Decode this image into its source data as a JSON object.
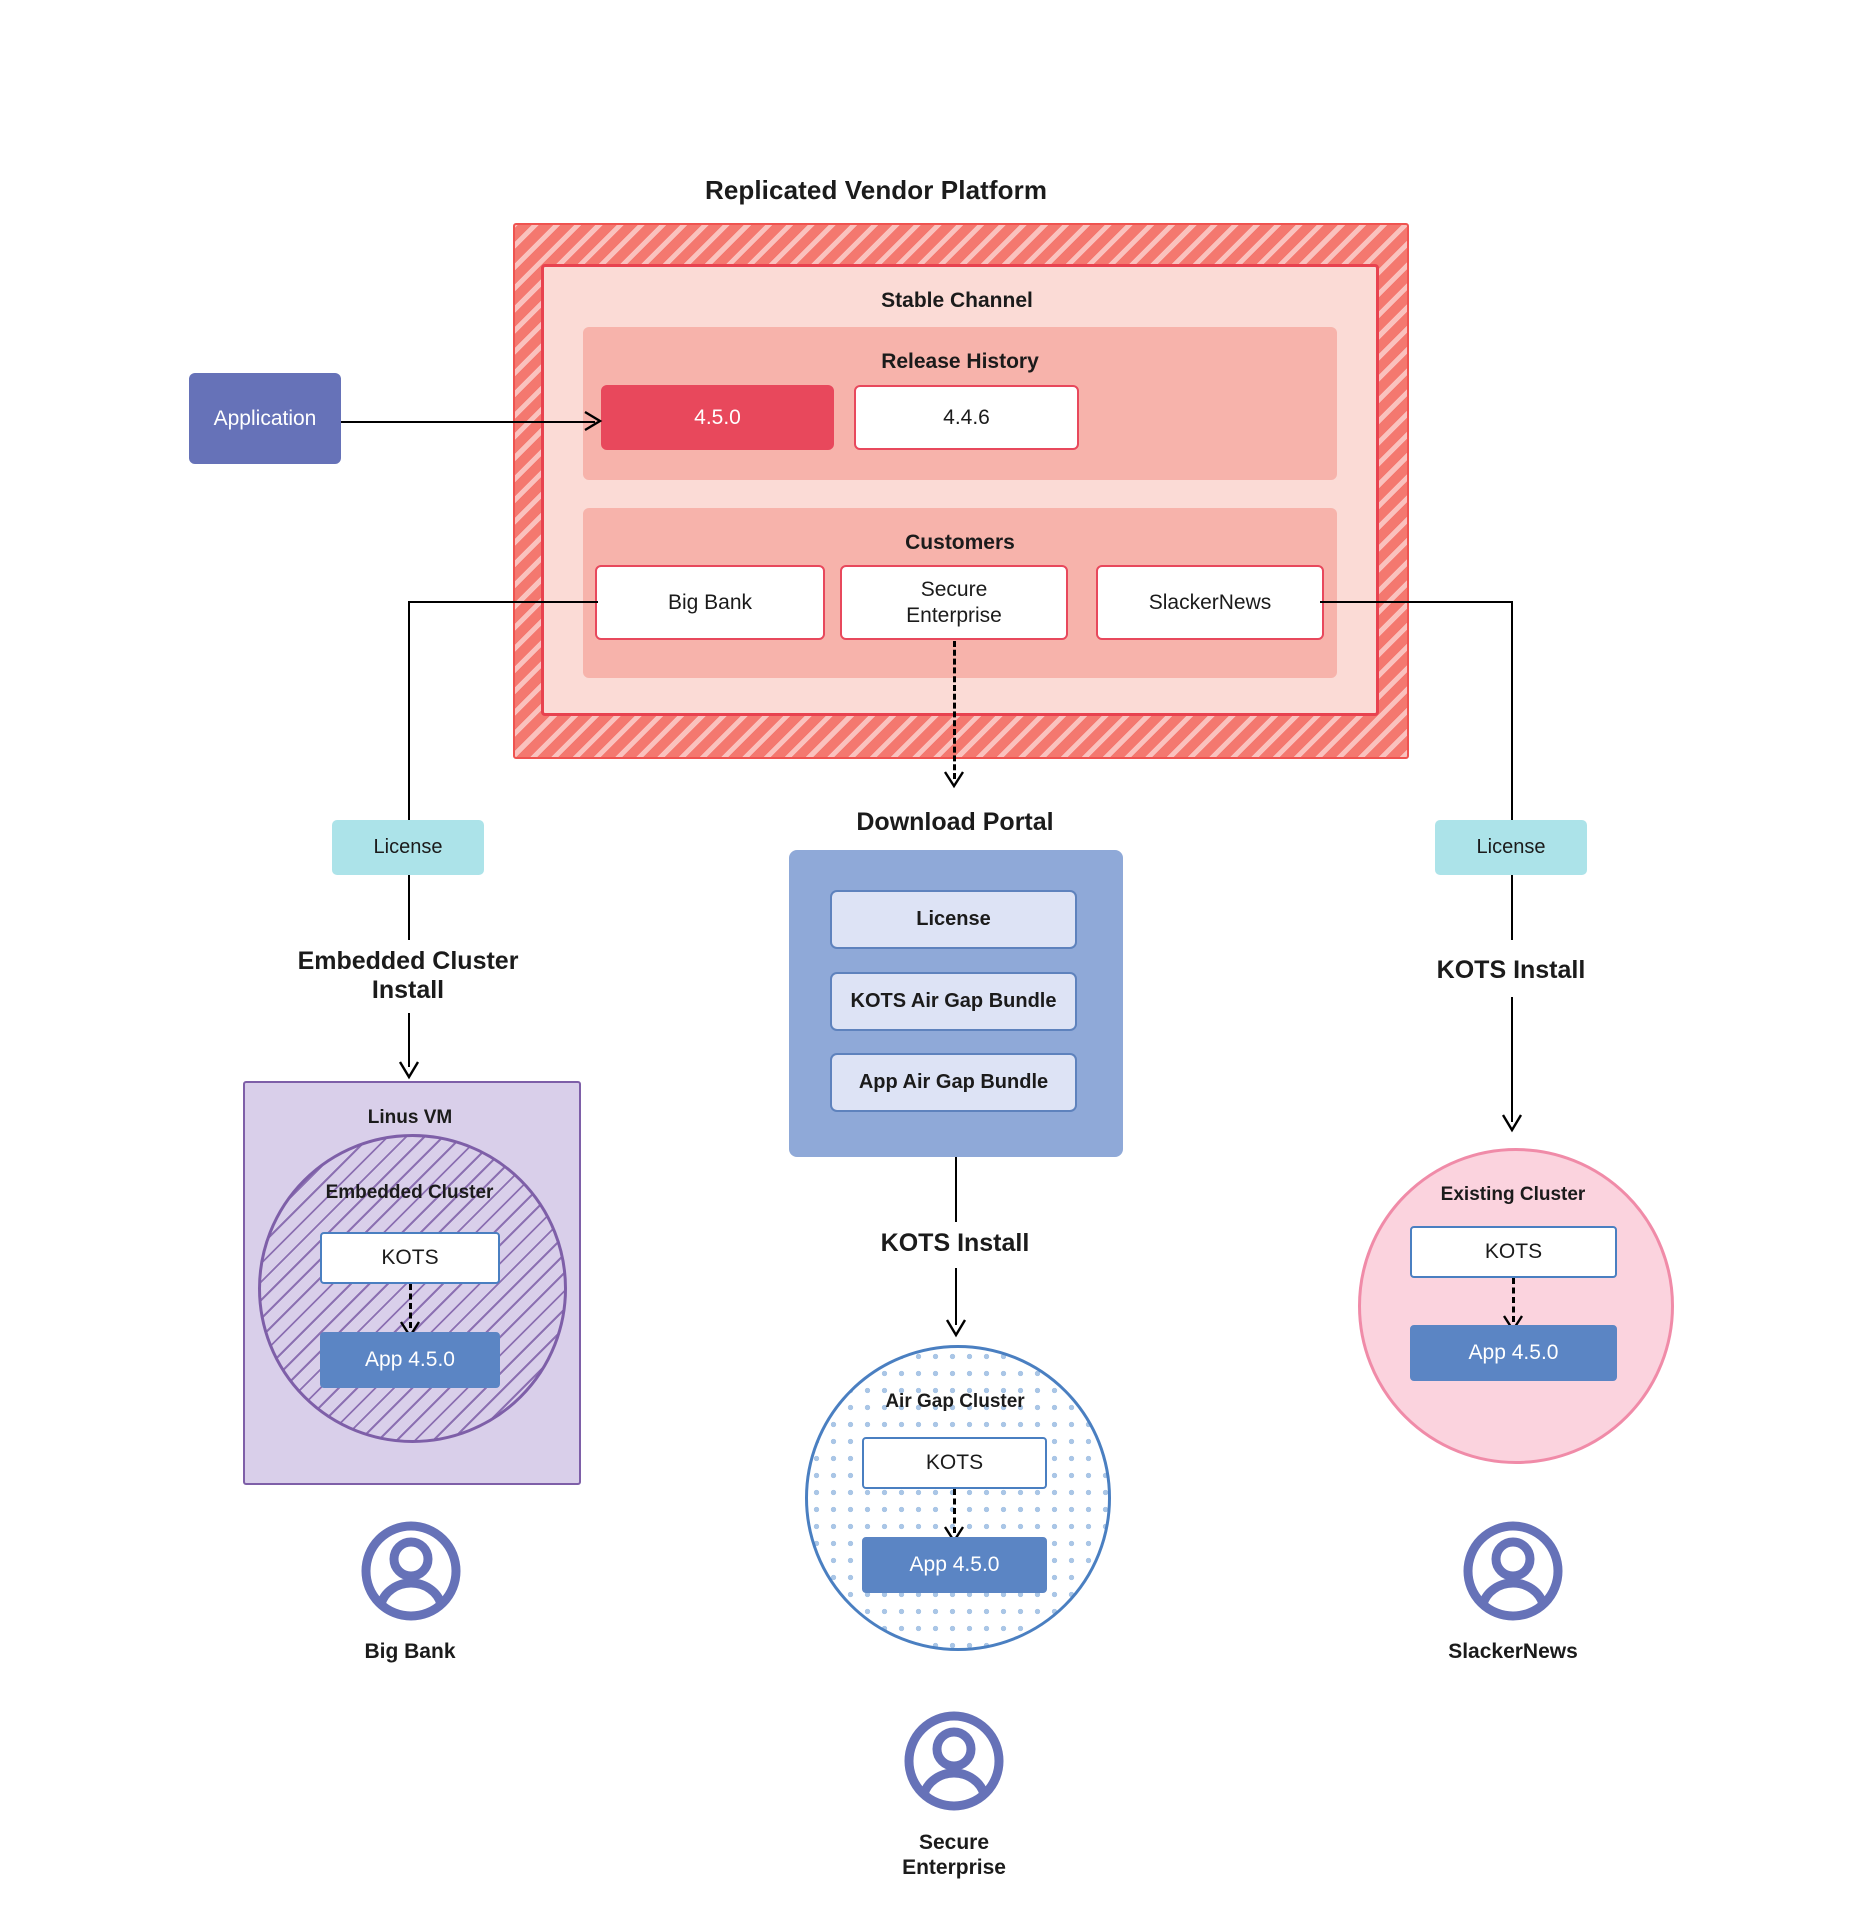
{
  "diagram": {
    "title": "Replicated Vendor Platform"
  },
  "application": {
    "label": "Application"
  },
  "vendor_platform": {
    "channel_title": "Stable Channel",
    "release_history": {
      "title": "Release History",
      "releases": [
        {
          "version": "4.5.0",
          "state": "current"
        },
        {
          "version": "4.4.6",
          "state": "previous"
        }
      ]
    },
    "customers": {
      "title": "Customers",
      "items": [
        {
          "name": "Big Bank"
        },
        {
          "name": "Secure\nEnterprise"
        },
        {
          "name": "SlackerNews"
        }
      ]
    }
  },
  "left_flow": {
    "license_label": "License",
    "install_label": "Embedded Cluster\nInstall",
    "vm_label": "Linus VM",
    "cluster_label": "Embedded Cluster",
    "kots_label": "KOTS",
    "app_label": "App 4.5.0",
    "customer_label": "Big Bank",
    "avatar_icon": "user-avatar-icon"
  },
  "center_flow": {
    "portal_title": "Download  Portal",
    "portal_items": [
      {
        "label": "License"
      },
      {
        "label": "KOTS Air Gap Bundle"
      },
      {
        "label": "App Air Gap Bundle"
      }
    ],
    "install_label": "KOTS Install",
    "cluster_label": "Air Gap Cluster",
    "kots_label": "KOTS",
    "app_label": "App 4.5.0",
    "customer_label": "Secure\nEnterprise",
    "avatar_icon": "user-avatar-icon"
  },
  "right_flow": {
    "license_label": "License",
    "install_label": "KOTS Install",
    "cluster_label": "Existing Cluster",
    "kots_label": "KOTS",
    "app_label": "App 4.5.0",
    "customer_label": "SlackerNews",
    "avatar_icon": "user-avatar-icon"
  },
  "colors": {
    "platform_hatch": "#f4786f",
    "platform_border": "#ef5350",
    "channel_bg": "#fbdbd6",
    "subpanel_bg": "#f7b3ab",
    "release_current": "#e8485c",
    "application": "#6672b8",
    "license_chip": "#ace3e9",
    "portal_bg": "#8fa9d8",
    "portal_item": "#dde3f5",
    "vm_bg": "#d9cfea",
    "vm_border": "#7e5fa8",
    "airgap_border": "#4a7fc1",
    "existing_bg": "#fbd3de",
    "existing_border": "#f08ba8",
    "app_box": "#5b85c4",
    "avatar": "#6672b8"
  }
}
